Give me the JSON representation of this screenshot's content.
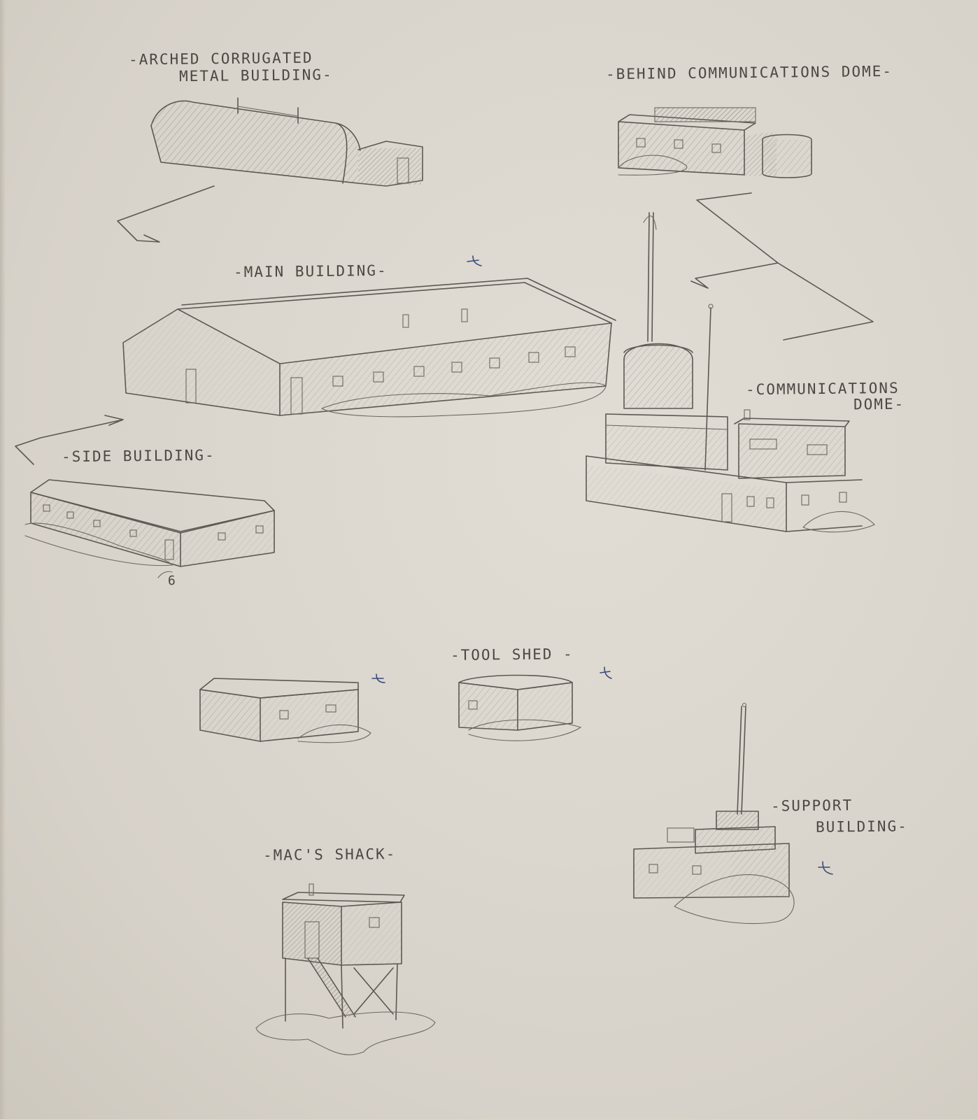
{
  "labels": {
    "arched_line1": "-ARCHED CORRUGATED",
    "arched_line2": "METAL BUILDING-",
    "behind_comms": "-BEHIND COMMUNICATIONS DOME-",
    "main_building": "-MAIN BUILDING-",
    "comms_line1": "-COMMUNICATIONS",
    "comms_line2": "DOME-",
    "side_building": "-SIDE BUILDING-",
    "side_note": "6",
    "tool_shed": "-TOOL SHED -",
    "support_line1": "-SUPPORT",
    "support_line2": "BUILDING-",
    "macs_shack": "-MAC'S SHACK-"
  },
  "marks": {
    "check_symbol": "x"
  },
  "colors": {
    "paper": "#d9d5cd",
    "pencil": "#5c5852",
    "ink_mark": "#3b4a7a"
  }
}
